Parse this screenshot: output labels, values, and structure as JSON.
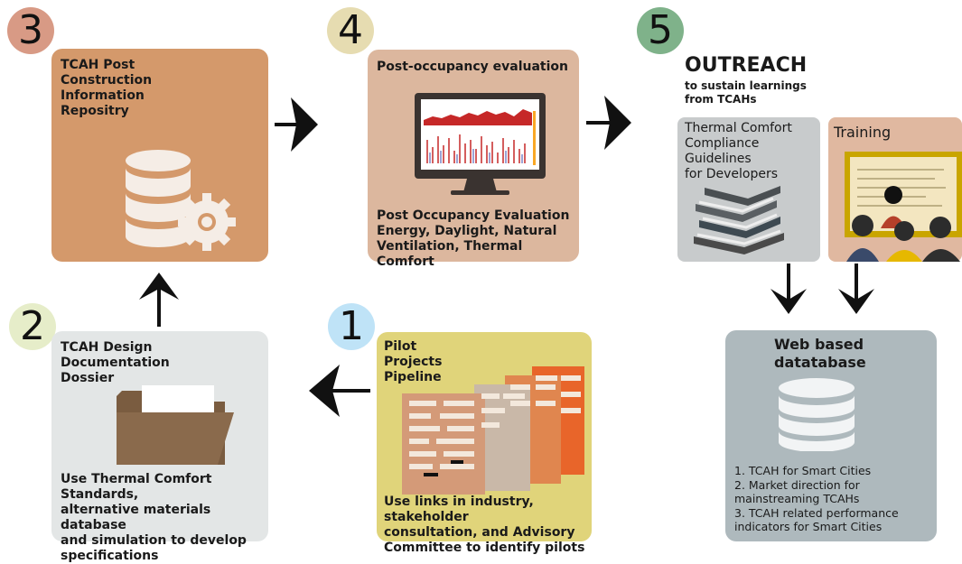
{
  "colors": {
    "step1_badge": "#bfe3f7",
    "step2_badge": "#e6edc9",
    "step3_badge": "#d89a85",
    "step4_badge": "#e6dcb1",
    "step5_badge": "#7fb28a",
    "step1_box": "#e0d47a",
    "step2_box": "#e3e6e6",
    "step3_box": "#d4996b",
    "step4_box": "#dcb79e",
    "guidelines_box": "#c8cbcc",
    "training_box": "#e0b8a0",
    "web_box": "#aeb9bd"
  },
  "steps": {
    "s1": {
      "number": "1",
      "title_lines": [
        "Pilot",
        "Projects",
        "Pipeline"
      ],
      "desc_lines": [
        "Use links in industry, stakeholder",
        "consultation, and Advisory",
        "Committee to identify pilots"
      ]
    },
    "s2": {
      "number": "2",
      "title_lines": [
        "TCAH Design",
        "Documentation",
        "Dossier"
      ],
      "desc_lines": [
        "Use Thermal Comfort Standards,",
        "alternative materials database",
        "and simulation to develop",
        "specifications"
      ]
    },
    "s3": {
      "number": "3",
      "title_lines": [
        "TCAH Post",
        "Construction",
        "Information",
        "Repositry"
      ]
    },
    "s4": {
      "number": "4",
      "title": "Post-occupancy evaluation",
      "desc_lines": [
        "Post Occupancy Evaluation",
        "Energy, Daylight, Natural",
        "Ventilation, Thermal Comfort"
      ]
    },
    "s5": {
      "number": "5",
      "heading": "OUTREACH",
      "subheading_lines": [
        "to sustain learnings",
        "from TCAHs"
      ],
      "guidelines_lines": [
        "Thermal Comfort",
        "Compliance",
        "Guidelines",
        "for Developers"
      ],
      "training": "Training",
      "web_title_lines": [
        "Web based",
        "datatabase"
      ],
      "web_list_lines": [
        "1. TCAH for Smart Cities",
        "2. Market direction for",
        "mainstreaming TCAHs",
        "3. TCAH related performance",
        "indicators for Smart Cities"
      ]
    }
  },
  "icons": {
    "s3": "database-gear-icon",
    "s4": "monitor-chart-icon",
    "s2": "folder-icon",
    "s1": "document-stack-icon",
    "guidelines": "books-icon",
    "training": "presentation-audience-icon",
    "web": "database-icon"
  }
}
